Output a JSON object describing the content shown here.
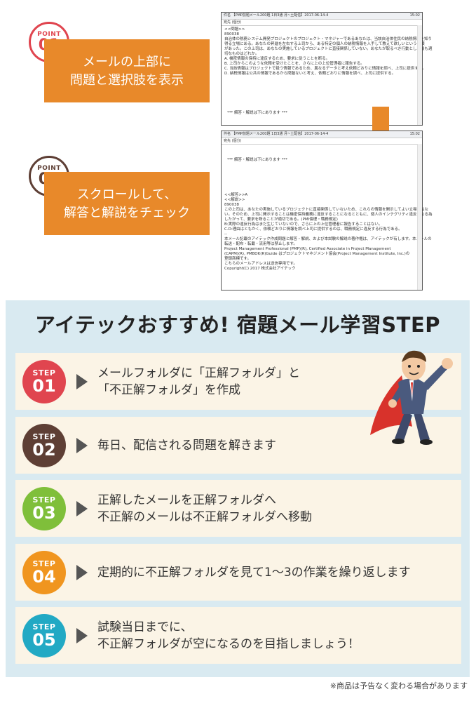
{
  "point1": {
    "label": "POINT",
    "num": "01",
    "line1": "メールの上部に",
    "line2": "問題と選択肢を表示"
  },
  "point2": {
    "label": "POINT",
    "num": "02",
    "line1": "スクロールして、",
    "line2": "解答と解説をチェック"
  },
  "email1": {
    "subject": "件名 【PMP前題メール200題 1日3通 月~土配信】2017-06-14-4",
    "time": "15:02",
    "to": "宛先 (個分)",
    "lines": [
      "<<問題>>",
      "890038",
      "自治体の税務システム開発プロジェクトのプロジェクト・マネジャーであるあなたは、当該自治体住民の納税情報を知り",
      "得る立場にある。あなたの昇進を左右する上司から、ある特定の個人の納税情報を入手して教えて欲しいという依頼",
      "があった。この上司は、あなたの実施しているプロジェクトに直接関係していない。あなたが取るべき行動として最も適",
      "切なものはどれか。",
      "",
      "A. 機密情報の保持に違反するため、要求に従うことを断る。",
      "B. 上司からこのような依頼を受けたことを、さらに上の上位管理者に報告する。",
      "C. 当該情報はプロジェクトで扱う情報であるため、異なるデータと考え依頼どおりに情報を調べ、上司に提供する。",
      "D. 納税情報は公共の情報であるから問題ないと考え、依頼どおりに情報を調べ、上司に提供する。"
    ],
    "footer": "*** 解答・解説は下にあります ***"
  },
  "email2": {
    "subject": "件名 【PMP前題メール200題 1日3通 月~土配信】2017-06-14-4",
    "time": "15:02",
    "to": "宛先 (個分)",
    "top": "*** 解答・解説は下にあります ***",
    "lines": [
      "<<解答>>A",
      "<<解説>>",
      "890038",
      "この上司は、あなたの実施しているプロジェクトに直接関係していないため、これらの情報を開示してよい立場にはな",
      "い。そのため、上司に開示することは機密保持義務に違反することになるとともに、個人のインテグリティ違反になる為",
      "したがって、要求を断ることが適切である。(PMI倫理・職務規定)",
      "B:実際の違反行為はまだ生じていないので、さらに上の上位管理者に報告することはない。",
      "C.D:理由はともかく、依頼どおりに情報を調べ上司に提供するのは、職務規定に違反する行為である。",
      "--",
      "本メール記載のアイテック作成問題と解答・解説、および本試験の解説の著作権は、アイテックが有します。本メールの",
      "転送・配布・転載・流用等は禁止します。",
      "",
      "Project Management Professional (PMP)(R), Certified Associate in Project Management",
      "(CAPM)(R), PMBOK(R)Guide はプロジェクトマネジメント協会(Project Management Institute, Inc.)の",
      "登録商標です。",
      "",
      "こちらのメールアドレスは送信専用です。",
      "",
      "Copyright(C) 2017 株式会社アイテック"
    ]
  },
  "section_title": "アイテックおすすめ! 宿題メール学習STEP",
  "steps": [
    {
      "label": "STEP",
      "num": "01",
      "line1": "メールフォルダに「正解フォルダ」と",
      "line2": "「不正解フォルダ」を作成",
      "color": "#e0454f"
    },
    {
      "label": "STEP",
      "num": "02",
      "line1": "毎日、配信される問題を解きます",
      "line2": "",
      "color": "#5e3f35"
    },
    {
      "label": "STEP",
      "num": "03",
      "line1": "正解したメールを正解フォルダへ",
      "line2": "不正解のメールは不正解フォルダへ移動",
      "color": "#7fbf3a"
    },
    {
      "label": "STEP",
      "num": "04",
      "line1": "定期的に不正解フォルダを見て1〜3の作業を繰り返します",
      "line2": "",
      "color": "#f0951f"
    },
    {
      "label": "STEP",
      "num": "05",
      "line1": "試験当日までに、",
      "line2": "不正解フォルダが空になるのを目指しましょう！",
      "color": "#22a9c4"
    }
  ],
  "footnote": "※商品は予告なく変わる場合があります",
  "colors": {
    "orange": "#e8892a",
    "red": "#e0454f",
    "brown": "#5e3f35",
    "panel": "#d9eaf1",
    "row": "#fbf4e6"
  }
}
